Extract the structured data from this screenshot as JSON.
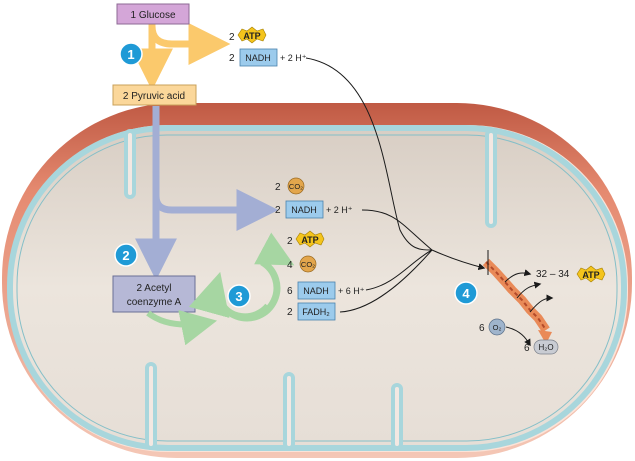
{
  "diagram": {
    "glucose": "1 Glucose",
    "pyruvic_acid": "2 Pyruvic acid",
    "acetyl_coa_line1": "2 Acetyl",
    "acetyl_coa_line2": "coenzyme A",
    "steps": [
      "1",
      "2",
      "3",
      "4"
    ],
    "glycolysis": {
      "atp_coef": "2",
      "atp": "ATP",
      "nadh_coef": "2",
      "nadh": "NADH",
      "nadh_suffix": "+ 2 H⁺"
    },
    "pyruvate_oxidation": {
      "co2_coef": "2",
      "co2": "CO₂",
      "nadh_coef": "2",
      "nadh": "NADH",
      "nadh_suffix": "+ 2 H⁺"
    },
    "krebs": {
      "atp_coef": "2",
      "atp": "ATP",
      "co2_coef": "4",
      "co2": "CO₂",
      "nadh_coef": "6",
      "nadh": "NADH",
      "nadh_suffix": "+ 6 H⁺",
      "fadh2_coef": "2",
      "fadh2": "FADH₂"
    },
    "etc": {
      "atp_yield": "32 – 34",
      "atp": "ATP",
      "o2_coef": "6",
      "o2": "O₂",
      "h2o_coef": "6",
      "h2o": "H₂O"
    }
  },
  "colors": {
    "membrane_outer": "#c8604a",
    "membrane_inner": "#a8d6dc",
    "matrix": "#e6ddd4",
    "glucose_box": "#d4a6d8",
    "pyruvic_box": "#fbd79a",
    "nadh_box": "#9ccbec",
    "acetyl_box": "#b6b8d6",
    "step_circle": "#1f9ad6",
    "krebs_cycle": "#a6d6a2",
    "atp_star": "#f4c41c",
    "co2_circle": "#e3a64c",
    "o2_circle": "#9fb4cc"
  }
}
